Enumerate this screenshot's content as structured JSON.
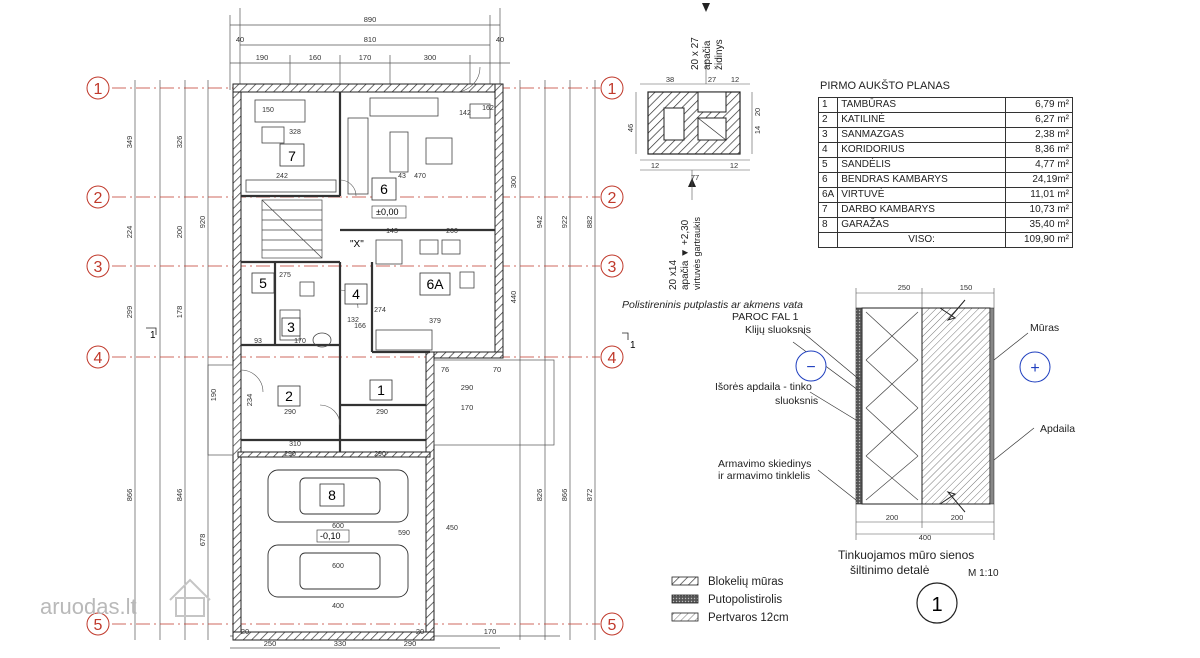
{
  "floor_plan": {
    "axes": [
      "1",
      "2",
      "3",
      "4",
      "5"
    ],
    "rooms": [
      {
        "id": "r7",
        "label": "7"
      },
      {
        "id": "r6",
        "label": "6"
      },
      {
        "id": "r6a",
        "label": "6A"
      },
      {
        "id": "r5",
        "label": "5"
      },
      {
        "id": "r4",
        "label": "4"
      },
      {
        "id": "r3",
        "label": "3"
      },
      {
        "id": "r2",
        "label": "2"
      },
      {
        "id": "r1",
        "label": "1"
      },
      {
        "id": "r8",
        "label": "8"
      }
    ],
    "levels": {
      "main": "±0,00",
      "garage": "-0,10",
      "mark_x": "\"X\""
    },
    "top_dims": [
      "890",
      "810",
      "190",
      "160",
      "170",
      "300",
      "40",
      "40"
    ],
    "room_dims": [
      "150",
      "328",
      "242",
      "470",
      "142",
      "162",
      "43",
      "143",
      "260",
      "275",
      "274",
      "132",
      "166",
      "379",
      "93",
      "170",
      "290",
      "290",
      "310",
      "290",
      "290",
      "600",
      "600",
      "590",
      "400",
      "450"
    ],
    "left_dims": [
      "349",
      "326",
      "920",
      "224",
      "200",
      "299",
      "178",
      "190",
      "234",
      "866",
      "846",
      "678"
    ],
    "right_dims": [
      "300",
      "942",
      "922",
      "440",
      "826",
      "866",
      "882",
      "872",
      "70",
      "170",
      "290",
      "76"
    ],
    "bottom_dims": [
      "250",
      "330",
      "290",
      "20",
      "170",
      "20"
    ],
    "section_mark": "1"
  },
  "chimney": {
    "label_line1": "20 x 27",
    "label_line2": "apačia",
    "label_line3": "židinys",
    "dims": [
      "38",
      "27",
      "12",
      "46",
      "20",
      "14",
      "12",
      "12",
      "77"
    ],
    "vent_line1": "20 x14",
    "vent_line2": "apačia ▼ +2,30",
    "vent_line3": "virtuvės gartraukis"
  },
  "room_table": {
    "title": "PIRMO AUKŠTO PLANAS",
    "rows": [
      {
        "no": "1",
        "name": "TAMBŪRAS",
        "area": "6,79 m²"
      },
      {
        "no": "2",
        "name": "KATILINĖ",
        "area": "6,27 m²"
      },
      {
        "no": "3",
        "name": "SANMAZGAS",
        "area": "2,38 m²"
      },
      {
        "no": "4",
        "name": "KORIDORIUS",
        "area": "8,36 m²"
      },
      {
        "no": "5",
        "name": "SANDĖLIS",
        "area": "4,77 m²"
      },
      {
        "no": "6",
        "name": "BENDRAS KAMBARYS",
        "area": "24,19m²"
      },
      {
        "no": "6A",
        "name": "VIRTUVĖ",
        "area": "11,01 m²"
      },
      {
        "no": "7",
        "name": "DARBO KAMBARYS",
        "area": "10,73 m²"
      },
      {
        "no": "8",
        "name": "GARAŽAS",
        "area": "35,40 m²"
      }
    ],
    "total_label": "VISO:",
    "total_area": "109,90 m²"
  },
  "wall_detail": {
    "insulation_line1": "Polistireninis putplastis ar akmens vata",
    "insulation_line2": "PAROC FAL 1",
    "glue": "Klijų sluoksnis",
    "finish_line1": "Išorės apdaila - tinko",
    "finish_line2": "sluoksnis",
    "mesh_line1": "Armavimo skiedinys",
    "mesh_line2": "ir armavimo tinklelis",
    "masonry": "Mūras",
    "interior": "Apdaila",
    "minus": "−",
    "plus": "+",
    "dims_top": [
      "250",
      "150"
    ],
    "dims_bottom": [
      "200",
      "200",
      "400"
    ],
    "caption_line1": "Tinkuojamos mūro sienos",
    "caption_line2": "šiltinimo detalė",
    "scale": "M 1:10",
    "detail_no": "1"
  },
  "legend": [
    {
      "label": "Blokelių mūras"
    },
    {
      "label": "Putopolistirolis"
    },
    {
      "label": "Pertvaros  12cm"
    }
  ],
  "watermark": "aruodas.lt",
  "colors": {
    "axis": "#c0392b",
    "wall": "#333333",
    "line": "#444444",
    "blue": "#1f3fbf"
  }
}
